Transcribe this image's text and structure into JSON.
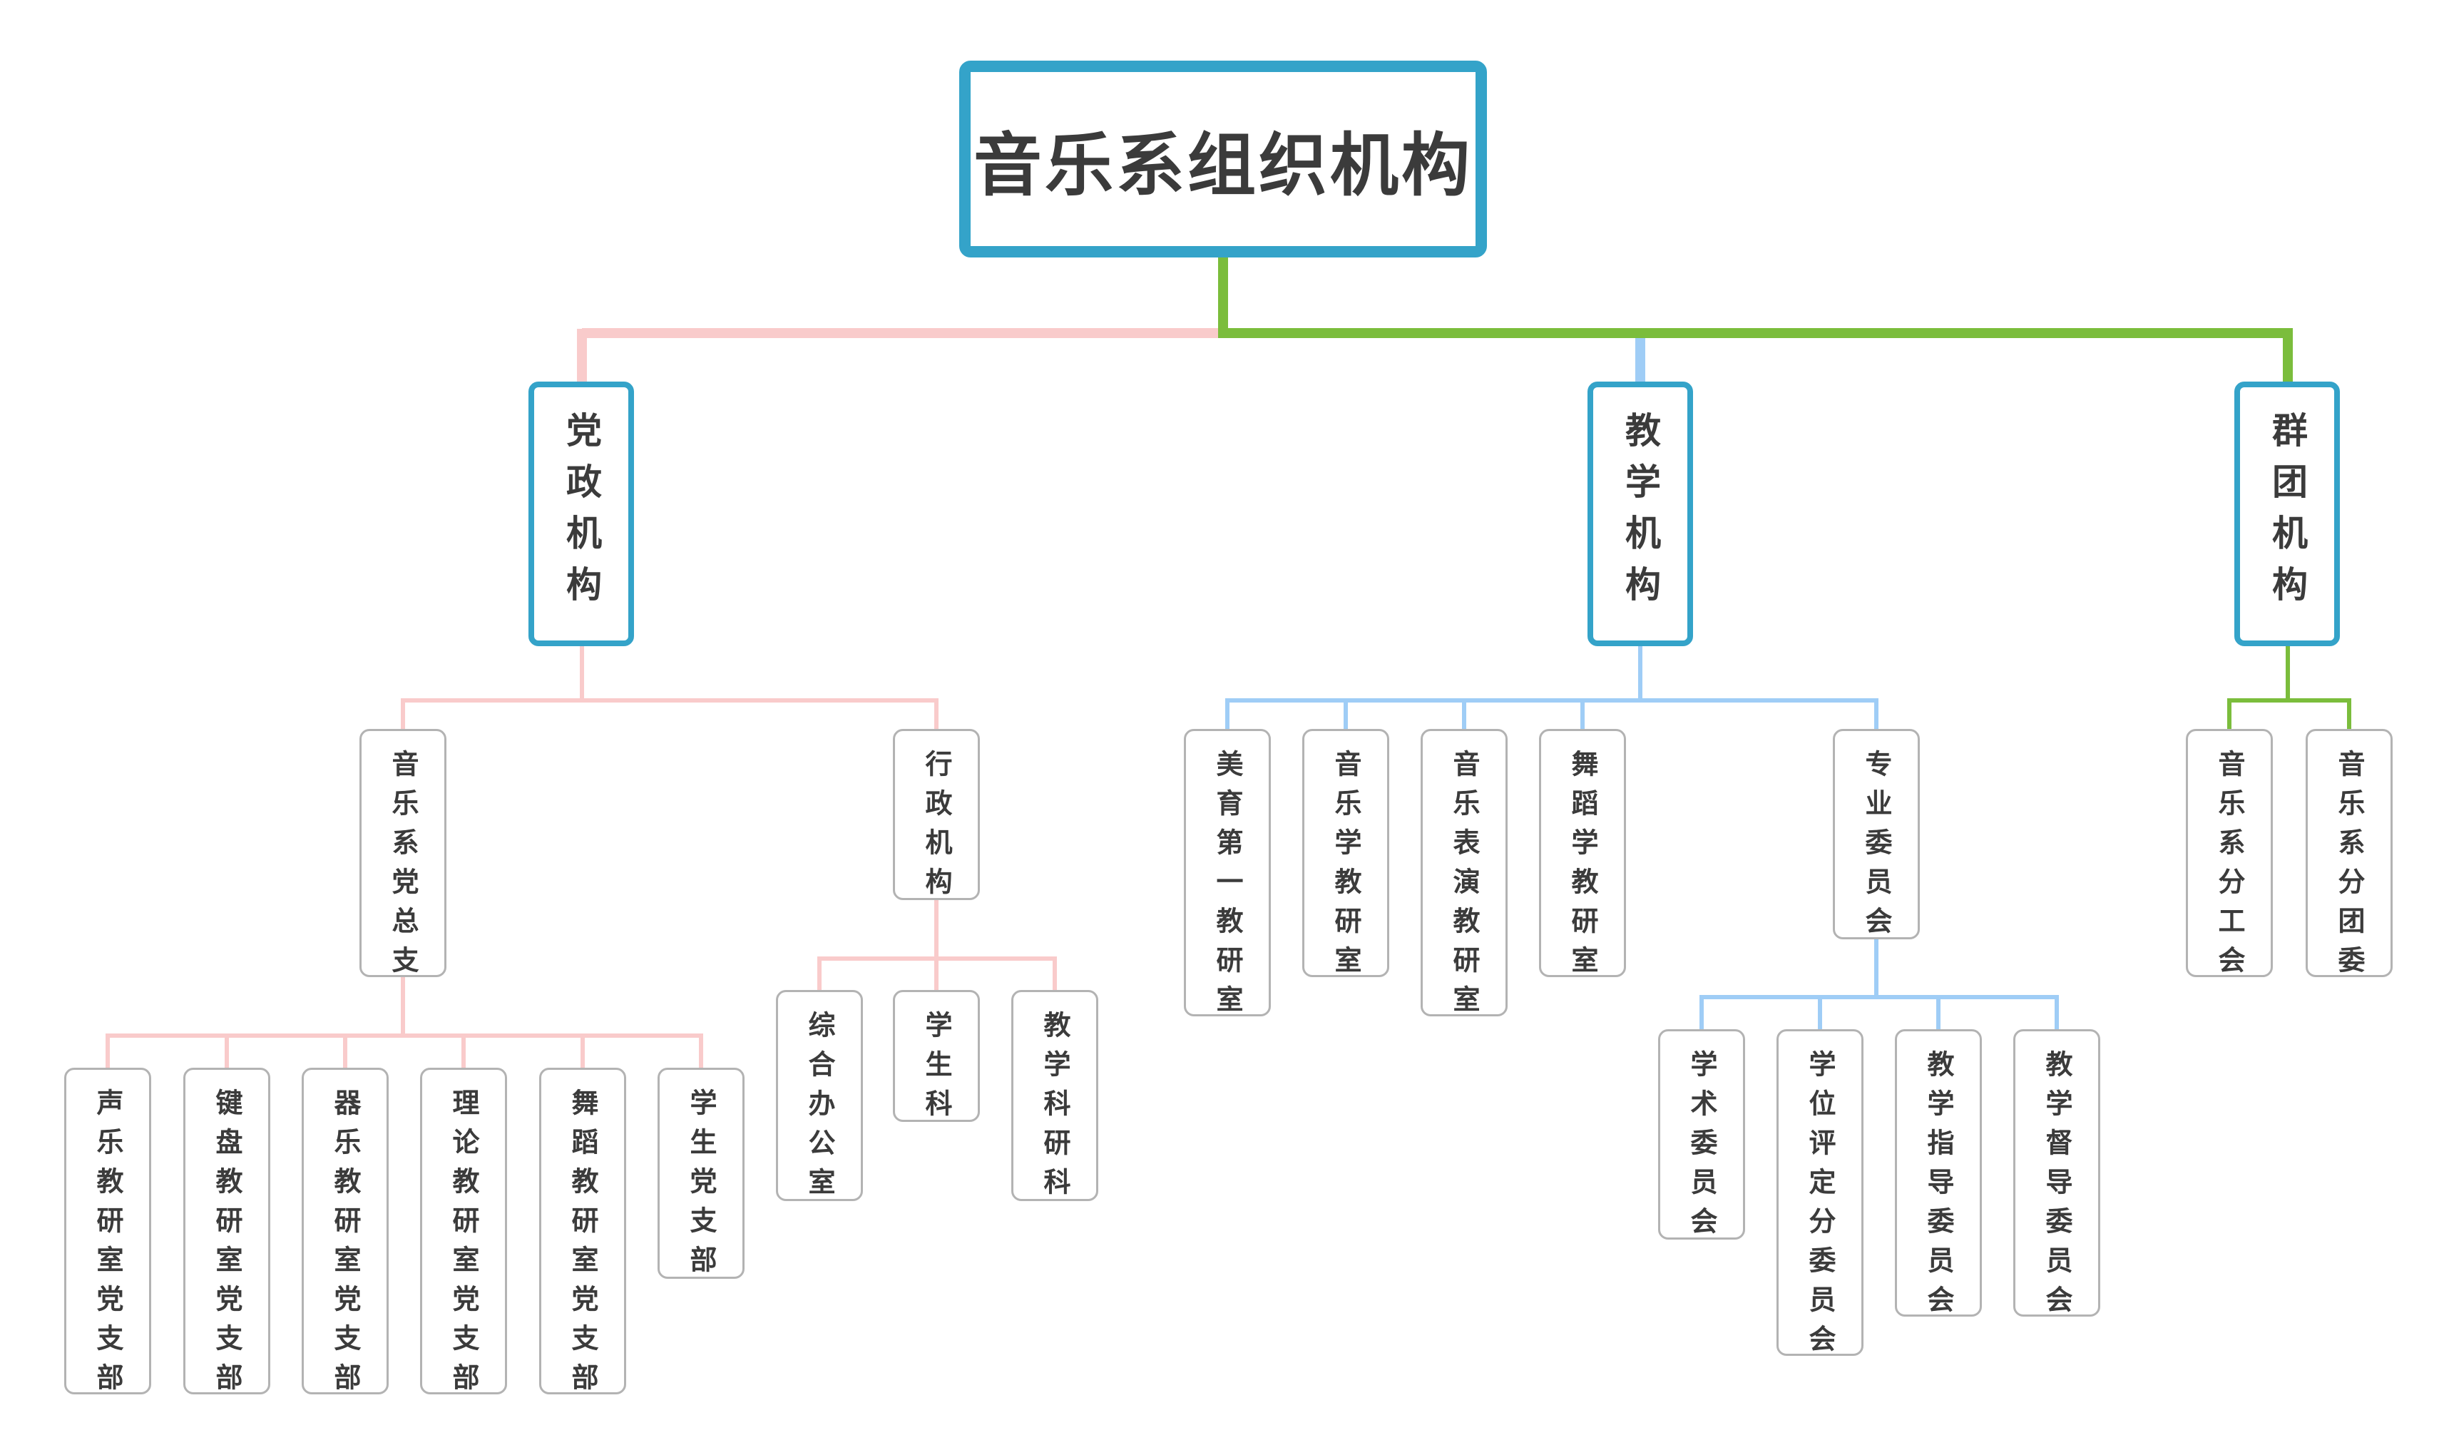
{
  "colors": {
    "root_border": "#34a3c9",
    "dang_branch": "#f9cbcb",
    "jiao_branch": "#9fcdf6",
    "qun_branch": "#7bbd3c",
    "text": "#3b3b3b",
    "leaf_border": "#b3b3b3"
  },
  "root": {
    "title": "音乐系组织机构"
  },
  "branches": {
    "dang": {
      "label": "党政机构",
      "children": {
        "zongzhi": {
          "label": "音乐系党总支",
          "children": [
            "声乐教研室党支部",
            "键盘教研室党支部",
            "器乐教研室党支部",
            "理论教研室党支部",
            "舞蹈教研室党支部",
            "学生党支部"
          ]
        },
        "xingzheng": {
          "label": "行政机构",
          "children": [
            "综合办公室",
            "学生科",
            "教学科研科"
          ]
        }
      }
    },
    "jiao": {
      "label": "教学机构",
      "children": [
        "美育第一教研室",
        "音乐学教研室",
        "音乐表演教研室",
        "舞蹈学教研室"
      ],
      "weiyuanhui": {
        "label": "专业委员会",
        "children": [
          "学术委员会",
          "学位评定分委员会",
          "教学指导委员会",
          "教学督导委员会"
        ]
      }
    },
    "qun": {
      "label": "群团机构",
      "children": [
        "音乐系分工会",
        "音乐系分团委"
      ]
    }
  }
}
